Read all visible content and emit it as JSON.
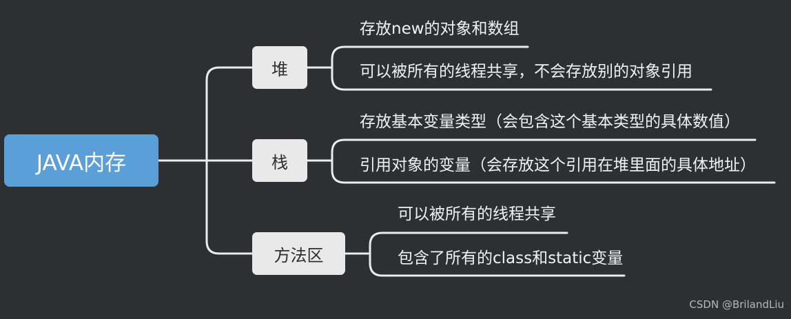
{
  "root": {
    "label": "JAVA内存"
  },
  "branches": [
    {
      "label": "堆",
      "leaves": [
        "存放new的对象和数组",
        "可以被所有的线程共享，不会存放别的对象引用"
      ]
    },
    {
      "label": "栈",
      "leaves": [
        "存放基本变量类型（会包含这个基本类型的具体数值）",
        "引用对象的变量（会存放这个引用在堆里面的具体地址）"
      ]
    },
    {
      "label": "方法区",
      "leaves": [
        "可以被所有的线程共享",
        "包含了所有的class和static变量"
      ]
    }
  ],
  "watermark": "CSDN @BrilandLiu",
  "colors": {
    "background": "#2d2f33",
    "root": "#5b9fd8",
    "branch": "#e9e9ea",
    "connector": "#ececec"
  }
}
